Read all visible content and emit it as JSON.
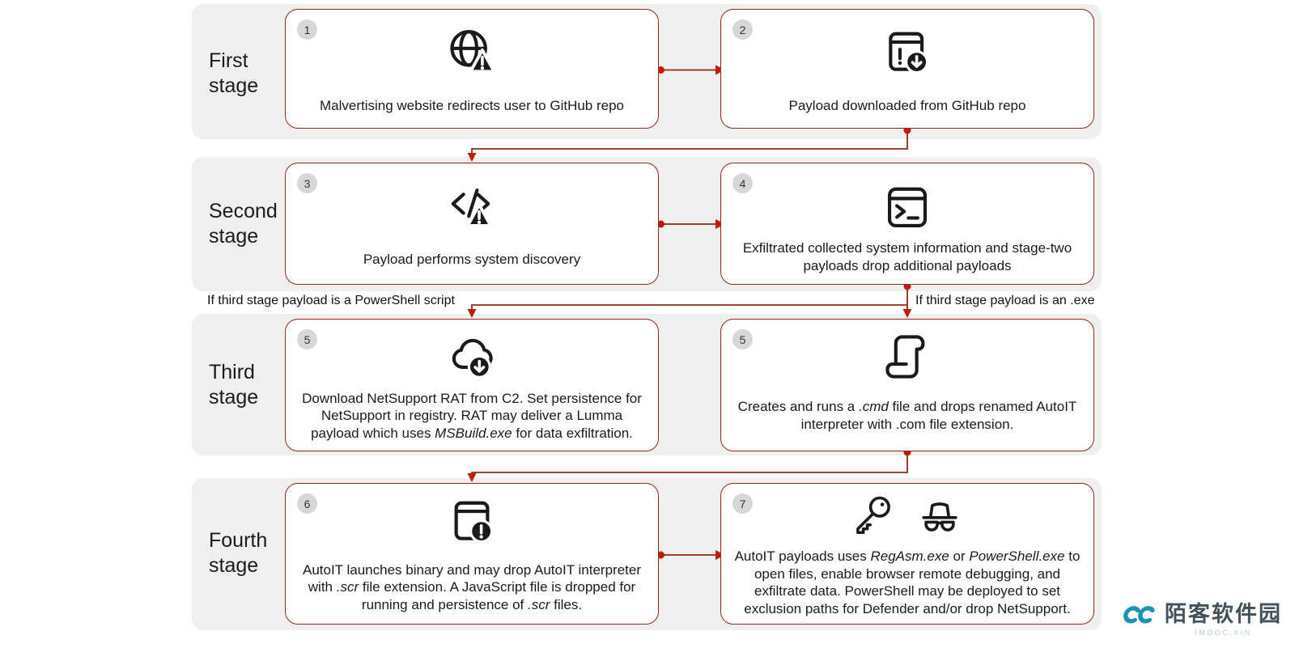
{
  "colors": {
    "band_bg": "#efeff0",
    "box_bg": "#ffffff",
    "box_border": "#8e2c15",
    "connector_line": "#8e2c15",
    "connector_accent": "#c11b0a",
    "badge_bg": "#d7d7d7",
    "text": "#1b1b1b",
    "watermark_teal": "#1b93b5",
    "watermark_text": "#43525b",
    "watermark_sub": "#aecde0"
  },
  "stages": [
    {
      "label": "First stage",
      "boxes": [
        {
          "number": "1",
          "icons": [
            "globe-warning-icon"
          ],
          "text": [
            {
              "t": "Malvertising website redirects user to GitHub repo"
            }
          ]
        },
        {
          "number": "2",
          "icons": [
            "app-download-icon"
          ],
          "text": [
            {
              "t": "Payload downloaded from GitHub repo"
            }
          ]
        }
      ]
    },
    {
      "label": "Second stage",
      "boxes": [
        {
          "number": "3",
          "icons": [
            "code-warning-icon"
          ],
          "text": [
            {
              "t": "Payload performs system discovery"
            }
          ]
        },
        {
          "number": "4",
          "icons": [
            "terminal-icon"
          ],
          "text": [
            {
              "t": "Exfiltrated collected system information and stage-two payloads drop additional payloads"
            }
          ]
        }
      ]
    },
    {
      "label": "Third stage",
      "boxes": [
        {
          "number": "5",
          "icons": [
            "cloud-download-icon"
          ],
          "text": [
            {
              "t": "Download NetSupport RAT from C2. Set persistence for NetSupport in registry. RAT may deliver a Lumma payload which uses "
            },
            {
              "t": "MSBuild.exe",
              "i": true
            },
            {
              "t": " for data exfiltration."
            }
          ]
        },
        {
          "number": "5",
          "icons": [
            "script-icon"
          ],
          "text": [
            {
              "t": "Creates and runs a "
            },
            {
              "t": ".cmd",
              "i": true
            },
            {
              "t": " file and drops renamed AutoIT interpreter with .com file extension."
            }
          ]
        }
      ]
    },
    {
      "label": "Fourth stage",
      "boxes": [
        {
          "number": "6",
          "icons": [
            "app-alert-icon"
          ],
          "text": [
            {
              "t": "AutoIT launches binary and may drop AutoIT interpreter with "
            },
            {
              "t": ".scr",
              "i": true
            },
            {
              "t": " file extension. A JavaScript file is dropped for running and persistence of "
            },
            {
              "t": ".scr",
              "i": true
            },
            {
              "t": " files."
            }
          ]
        },
        {
          "number": "7",
          "icons": [
            "key-icon",
            "spy-icon"
          ],
          "text": [
            {
              "t": "AutoIT payloads uses "
            },
            {
              "t": "RegAsm.exe",
              "i": true
            },
            {
              "t": " or "
            },
            {
              "t": "PowerShell.exe",
              "i": true
            },
            {
              "t": " to open files, enable browser remote debugging, and exfiltrate data. PowerShell may be deployed to set exclusion paths for Defender and/or drop NetSupport."
            }
          ]
        }
      ]
    }
  ],
  "branch_labels": {
    "left": "If third stage payload is a PowerShell script",
    "right": "If third stage payload is an .exe"
  },
  "watermark": {
    "title": "陌客软件园",
    "subtitle": "IMOOC.XIN"
  }
}
